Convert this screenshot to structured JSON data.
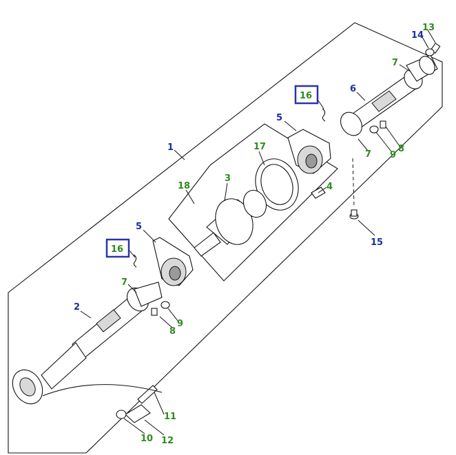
{
  "callouts": [
    {
      "id": "c1",
      "text": "1",
      "color": "blue"
    },
    {
      "id": "c2",
      "text": "2",
      "color": "blue"
    },
    {
      "id": "c3",
      "text": "3",
      "color": "green"
    },
    {
      "id": "c4",
      "text": "4",
      "color": "green"
    },
    {
      "id": "c5a",
      "text": "5",
      "color": "blue"
    },
    {
      "id": "c5b",
      "text": "5",
      "color": "blue"
    },
    {
      "id": "c6",
      "text": "6",
      "color": "blue"
    },
    {
      "id": "c7a",
      "text": "7",
      "color": "green"
    },
    {
      "id": "c7b",
      "text": "7",
      "color": "green"
    },
    {
      "id": "c7c",
      "text": "7",
      "color": "green"
    },
    {
      "id": "c8a",
      "text": "8",
      "color": "green"
    },
    {
      "id": "c8b",
      "text": "8",
      "color": "green"
    },
    {
      "id": "c9a",
      "text": "9",
      "color": "green"
    },
    {
      "id": "c9b",
      "text": "9",
      "color": "green"
    },
    {
      "id": "c10",
      "text": "10",
      "color": "green"
    },
    {
      "id": "c11",
      "text": "11",
      "color": "green"
    },
    {
      "id": "c12",
      "text": "12",
      "color": "green"
    },
    {
      "id": "c13",
      "text": "13",
      "color": "green"
    },
    {
      "id": "c14",
      "text": "14",
      "color": "blue"
    },
    {
      "id": "c15",
      "text": "15",
      "color": "blue"
    },
    {
      "id": "c16a",
      "text": "16",
      "color": "green"
    },
    {
      "id": "c16b",
      "text": "16",
      "color": "green"
    },
    {
      "id": "c17",
      "text": "17",
      "color": "green"
    },
    {
      "id": "c18",
      "text": "18",
      "color": "green"
    }
  ],
  "highlight_color": "#2b33a8",
  "label_colors": {
    "blue": "#1a2fa0",
    "green": "#2e8b1e"
  }
}
